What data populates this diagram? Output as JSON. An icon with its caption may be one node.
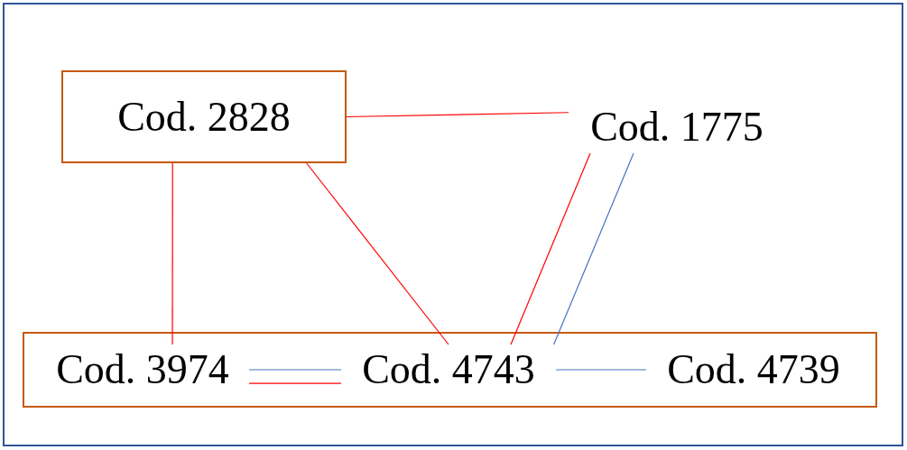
{
  "diagram": {
    "nodes": [
      {
        "text": [
          "Cod. 2828"
        ]
      },
      {
        "text": [
          "Cod. 1775"
        ]
      },
      {
        "text": [],
        "shape": "box"
      },
      {
        "text": [
          "Cod. 3974"
        ],
        "in": 2
      },
      {
        "text": [
          "Cod. 4743"
        ],
        "in": 2
      },
      {
        "text": [
          "Cod. 4739"
        ],
        "in": 2
      }
    ],
    "edges": [
      {
        "from": 0,
        "to": 1,
        "arrow": "none"
      },
      {
        "from": 0,
        "to": 3,
        "arrow": "none"
      },
      {
        "from": 0,
        "to": 4,
        "arrow": "none"
      },
      {
        "from": 1,
        "to": 4,
        "arrow": "none"
      },
      {
        "from": 1,
        "to": 4,
        "arrow": "none",
        "color": "#4472c4"
      },
      {
        "from": 3,
        "to": 4,
        "arrow": "none",
        "color": "#4472c4"
      },
      {
        "from": 3,
        "to": 4,
        "arrow": "none"
      },
      {
        "from": 4,
        "to": 5,
        "arrow": "none",
        "color": "#4472c4"
      }
    ]
  }
}
